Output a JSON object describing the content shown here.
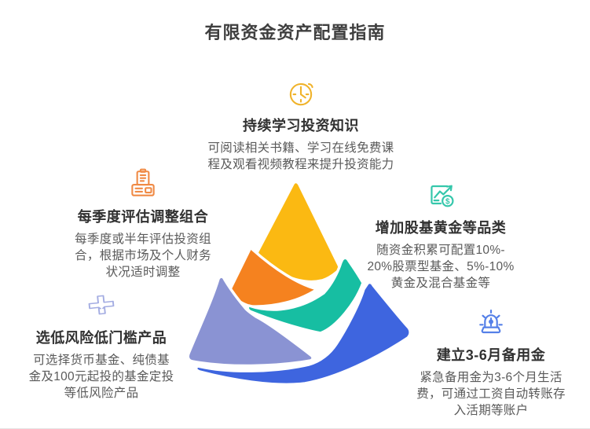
{
  "page": {
    "title": "有限资金资产配置指南",
    "title_color": "#3f3f3f"
  },
  "sections": {
    "learn": {
      "icon": "alarm-clock-icon",
      "icon_color": "#F0B32B",
      "title": "持续学习投资知识",
      "body": "可阅读相关书籍、学习在线免费课\n程及观看视频教程来提升投资能力"
    },
    "review": {
      "icon": "report-machine-icon",
      "icon_color": "#F08A45",
      "title": "每季度评估调整组合",
      "body": "每季度或半年评估投资组\n合，根据市场及个人财务\n状况适时调整"
    },
    "diversify": {
      "icon": "growth-chart-icon",
      "icon_color": "#35C7AB",
      "title": "增加股基黄金等品类",
      "body": "随资金积累可配置10%-\n20%股票型基金、5%-10%\n黄金及混合基金等"
    },
    "lowrisk": {
      "icon": "plus-cross-icon",
      "icon_color": "#A3ACE2",
      "title": "选低风险低门槛产品",
      "body": "可选择货币基金、纯债基\n金及100元起投的基金定投\n等低风险产品"
    },
    "reserve": {
      "icon": "siren-icon",
      "icon_color": "#5580E8",
      "title": "建立3-6月备用金",
      "body": "紧急备用金为3-6个月生活\n费，可通过工资自动转账存\n入活期等账户"
    }
  },
  "pyramid": {
    "layers": [
      {
        "name": "layer-peak",
        "color": "#FBB912"
      },
      {
        "name": "layer-second",
        "color": "#F5821F"
      },
      {
        "name": "layer-third",
        "color": "#17BEA2"
      },
      {
        "name": "layer-fourth-left",
        "color": "#8A93D3"
      },
      {
        "name": "layer-base-right",
        "color": "#3E65DF"
      }
    ]
  }
}
